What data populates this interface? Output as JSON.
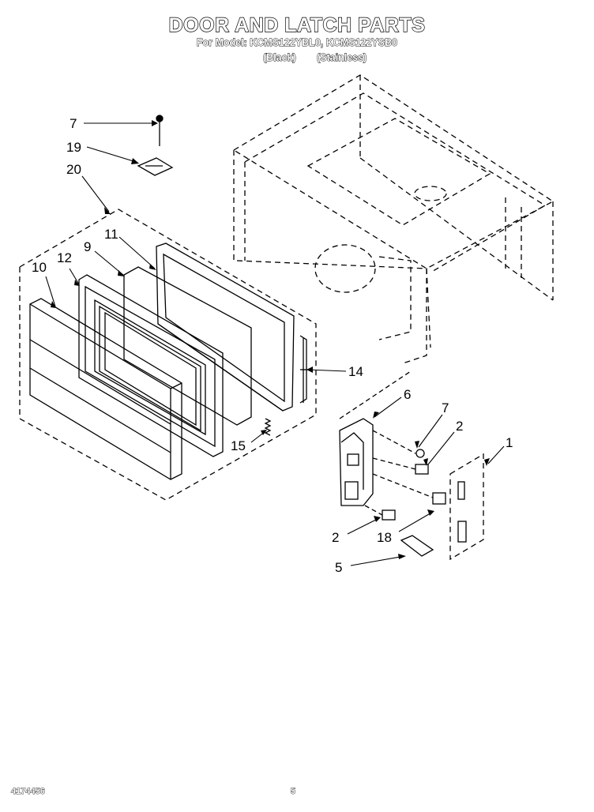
{
  "header": {
    "title": "DOOR AND LATCH PARTS",
    "model_line": "For Model: KCMS122YBL0, KCMS122YSB0",
    "variant_black": "(Black)",
    "variant_stainless": "(Stainless)"
  },
  "callouts": [
    "7",
    "19",
    "20",
    "11",
    "9",
    "12",
    "10",
    "14",
    "15",
    "6",
    "7",
    "2",
    "1",
    "2",
    "18",
    "5"
  ],
  "footer": {
    "doc_number": "4174456",
    "page_number": "5"
  }
}
